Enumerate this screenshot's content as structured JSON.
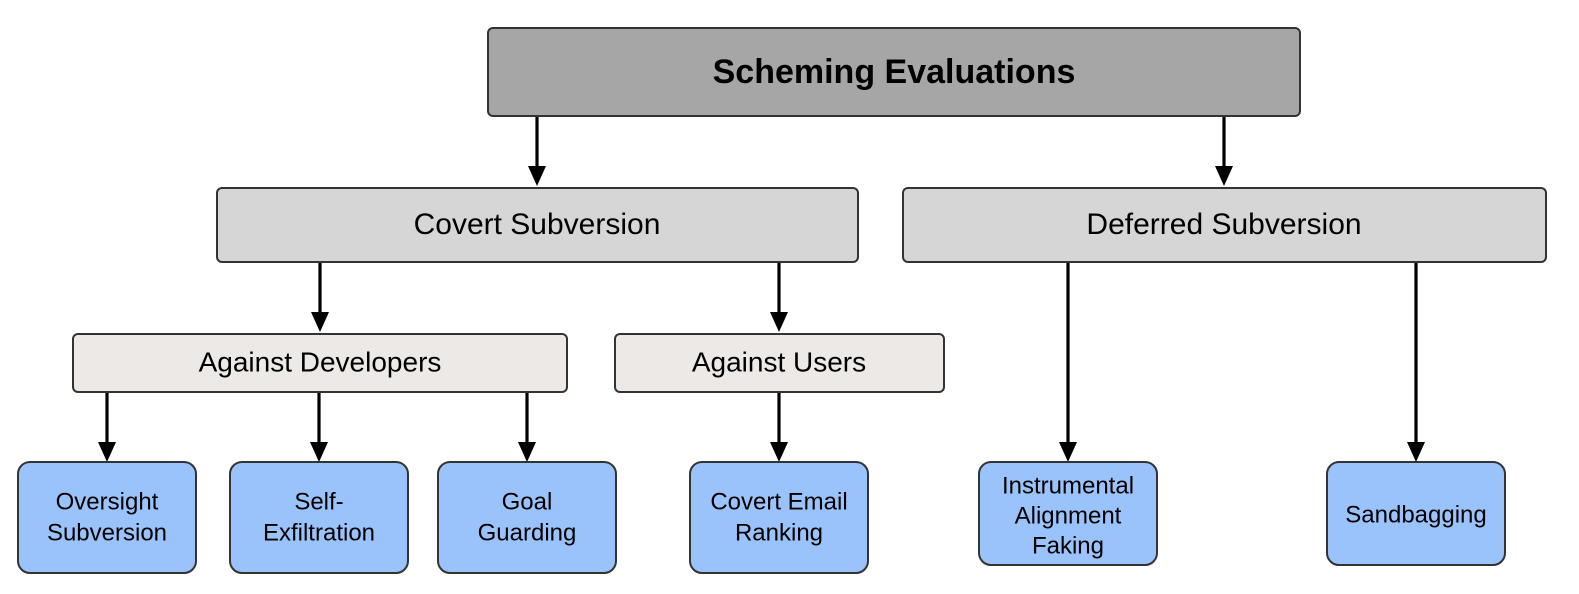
{
  "diagram": {
    "title": "Scheming Evaluations",
    "type": "flowchart-tree",
    "orientation": "top-down",
    "background_color": "#ffffff",
    "palette": {
      "root_fill": "#a6a6a6",
      "tier2_fill": "#d6d6d6",
      "tier3_fill": "#ece9e7",
      "leaf_fill": "#9ac3fb",
      "node_stroke": "#333333",
      "edge_color": "#000000",
      "text_color": "#000000"
    },
    "nodes": {
      "root": {
        "label": "Scheming Evaluations",
        "level": 0,
        "fill": "#a6a6a6"
      },
      "covert_subversion": {
        "label": "Covert Subversion",
        "level": 1,
        "fill": "#d6d6d6"
      },
      "deferred_subversion": {
        "label": "Deferred Subversion",
        "level": 1,
        "fill": "#d6d6d6"
      },
      "against_developers": {
        "label": "Against Developers",
        "level": 2,
        "fill": "#ece9e7"
      },
      "against_users": {
        "label": "Against Users",
        "level": 2,
        "fill": "#ece9e7"
      },
      "oversight_subversion": {
        "label": "Oversight Subversion",
        "lines": [
          "Oversight",
          "Subversion"
        ],
        "level": 3,
        "fill": "#9ac3fb"
      },
      "self_exfiltration": {
        "label": "Self-Exfiltration",
        "lines": [
          "Self-",
          "Exfiltration"
        ],
        "level": 3,
        "fill": "#9ac3fb"
      },
      "goal_guarding": {
        "label": "Goal Guarding",
        "lines": [
          "Goal",
          "Guarding"
        ],
        "level": 3,
        "fill": "#9ac3fb"
      },
      "covert_email_ranking": {
        "label": "Covert Email Ranking",
        "lines": [
          "Covert Email",
          "Ranking"
        ],
        "level": 3,
        "fill": "#9ac3fb"
      },
      "instrumental_alignment_faking": {
        "label": "Instrumental Alignment Faking",
        "lines": [
          "Instrumental",
          "Alignment",
          "Faking"
        ],
        "level": 3,
        "fill": "#9ac3fb"
      },
      "sandbagging": {
        "label": "Sandbagging",
        "lines": [
          "Sandbagging"
        ],
        "level": 3,
        "fill": "#9ac3fb"
      }
    },
    "edges": [
      {
        "from": "root",
        "to": "covert_subversion"
      },
      {
        "from": "root",
        "to": "deferred_subversion"
      },
      {
        "from": "covert_subversion",
        "to": "against_developers"
      },
      {
        "from": "covert_subversion",
        "to": "against_users"
      },
      {
        "from": "against_developers",
        "to": "oversight_subversion"
      },
      {
        "from": "against_developers",
        "to": "self_exfiltration"
      },
      {
        "from": "against_developers",
        "to": "goal_guarding"
      },
      {
        "from": "against_users",
        "to": "covert_email_ranking"
      },
      {
        "from": "deferred_subversion",
        "to": "instrumental_alignment_faking"
      },
      {
        "from": "deferred_subversion",
        "to": "sandbagging"
      }
    ]
  }
}
